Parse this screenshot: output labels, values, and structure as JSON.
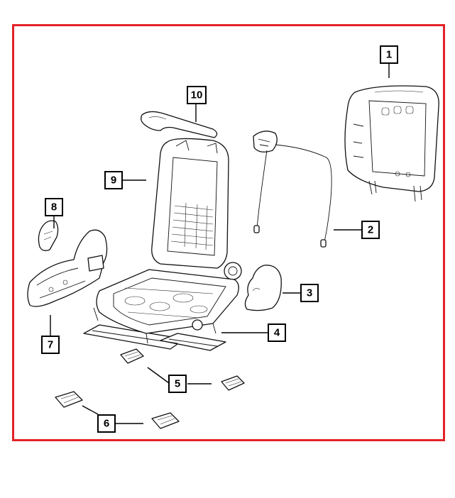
{
  "diagram": {
    "frame_color": "#e32227",
    "callouts": {
      "c1": "1",
      "c2": "2",
      "c3": "3",
      "c4": "4",
      "c5": "5",
      "c6": "6",
      "c7": "7",
      "c8": "8",
      "c9": "9",
      "c10": "10"
    }
  }
}
